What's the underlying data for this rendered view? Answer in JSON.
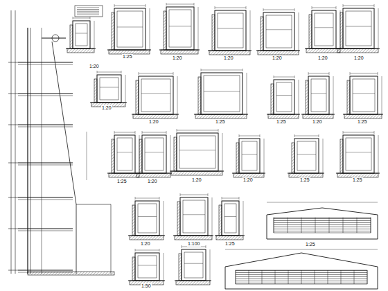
{
  "diagram": {
    "labels": [
      "1:20",
      "1:25",
      "1:20",
      "1:20",
      "1:20",
      "1:20",
      "1:20",
      "1:20",
      "1:20",
      "1:25",
      "1:25",
      "1:20",
      "1:25",
      "1:25",
      "1:20",
      "1:20",
      "1:20",
      "1:25",
      "1:25",
      "1:20",
      "1:100",
      "1:25",
      "1:25",
      "1:50"
    ]
  }
}
